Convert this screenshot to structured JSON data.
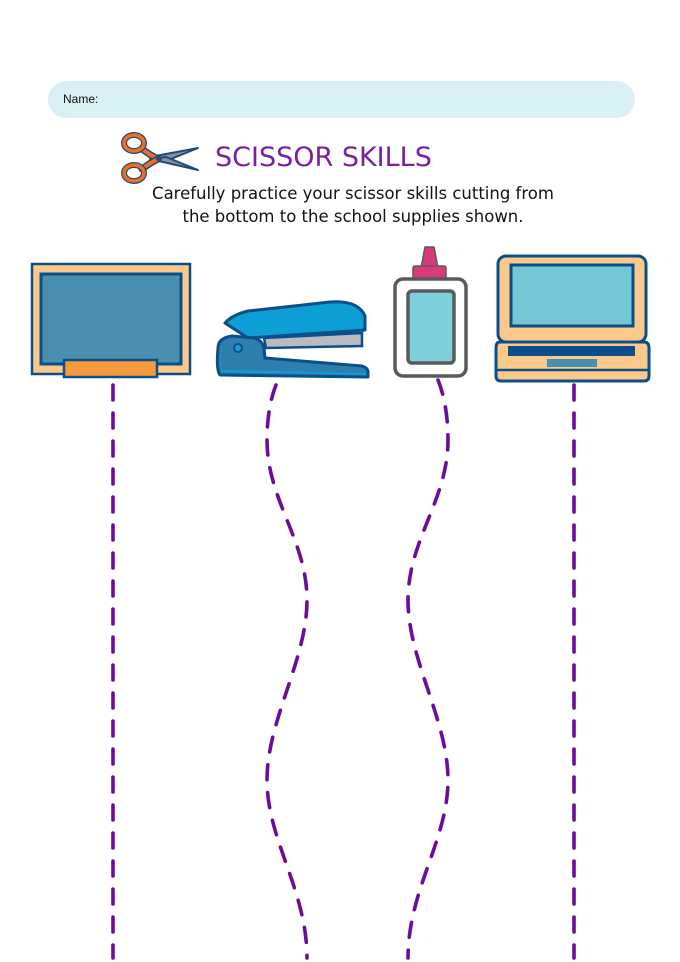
{
  "worksheet": {
    "name_label": "Name:",
    "name_value": "",
    "title": "SCISSOR SKILLS",
    "instructions_line1": "Carefully practice your scissor skills cutting from",
    "instructions_line2": "the bottom to the school supplies shown."
  },
  "supplies": [
    {
      "name": "chalkboard",
      "line": "straight"
    },
    {
      "name": "stapler",
      "line": "wavy"
    },
    {
      "name": "glue bottle",
      "line": "wavy"
    },
    {
      "name": "laptop",
      "line": "straight"
    }
  ],
  "colors": {
    "title": "#7a1fa2",
    "cut_line": "#6a0d9a",
    "name_bar": "#d9f0f4",
    "outline_blue": "#0b4f8a",
    "frame_peach": "#fdc98a",
    "board_blue": "#4a8fad",
    "ledge_orange": "#f79a3c",
    "stapler_blue": "#0e9ed6",
    "glue_pink": "#d93a79",
    "screen_cyan": "#74c7d5"
  }
}
